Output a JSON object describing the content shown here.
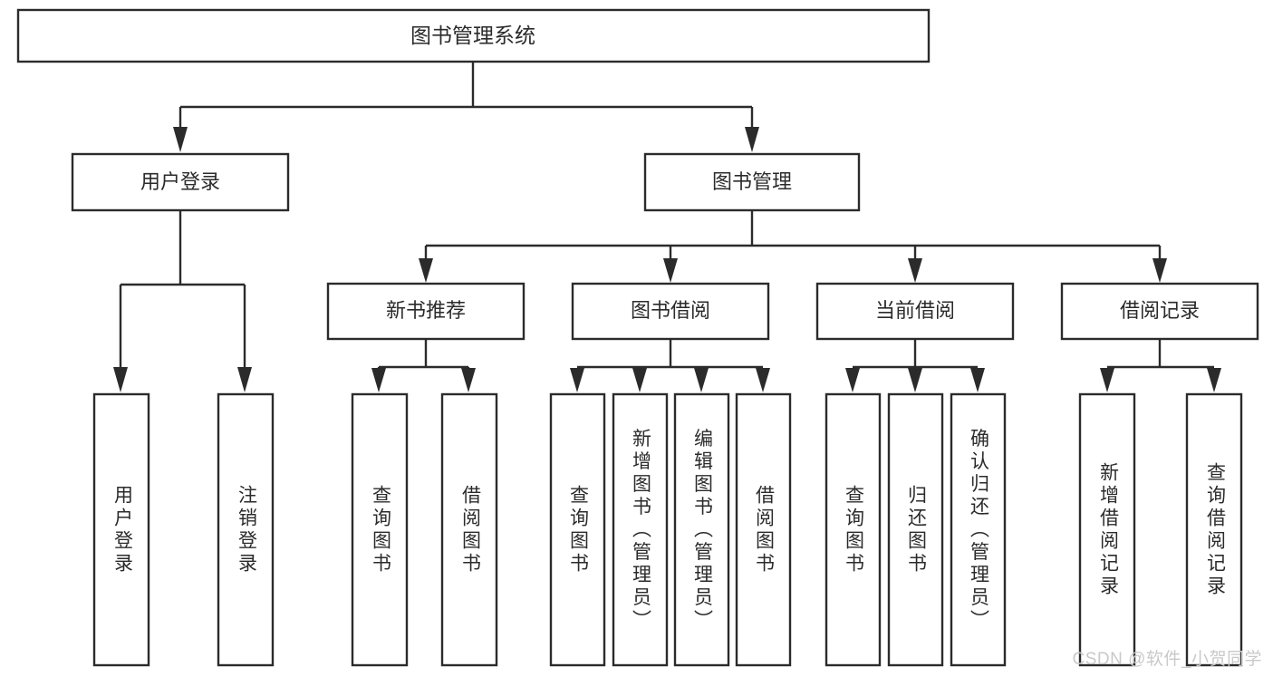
{
  "diagram": {
    "type": "tree-hierarchy",
    "title": "图书管理系统",
    "watermark": "CSDN @软件_小贺同学",
    "colors": {
      "background": "#ffffff",
      "box_fill": "#ffffff",
      "box_stroke": "#2b2b2b",
      "text": "#2b2b2b",
      "watermark": "#c9c9c9"
    },
    "levels": {
      "root": {
        "label": "图书管理系统"
      },
      "level2": [
        {
          "id": "user-login",
          "label": "用户登录"
        },
        {
          "id": "book-manage",
          "label": "图书管理"
        }
      ],
      "level3": [
        {
          "id": "new-book-recommend",
          "label": "新书推荐",
          "parent": "book-manage"
        },
        {
          "id": "book-borrow",
          "label": "图书借阅",
          "parent": "book-manage"
        },
        {
          "id": "current-borrow",
          "label": "当前借阅",
          "parent": "book-manage"
        },
        {
          "id": "borrow-record",
          "label": "借阅记录",
          "parent": "book-manage"
        }
      ],
      "leaves": [
        {
          "id": "leaf-user-login",
          "label": "用户登录",
          "parent": "user-login"
        },
        {
          "id": "leaf-logout-login",
          "label": "注销登录",
          "parent": "user-login"
        },
        {
          "id": "leaf-query-book-1",
          "label": "查询图书",
          "parent": "new-book-recommend"
        },
        {
          "id": "leaf-borrow-book-1",
          "label": "借阅图书",
          "parent": "new-book-recommend"
        },
        {
          "id": "leaf-query-book-2",
          "label": "查询图书",
          "parent": "book-borrow"
        },
        {
          "id": "leaf-add-book",
          "label": "新增图书（管理员）",
          "parent": "book-borrow"
        },
        {
          "id": "leaf-edit-book",
          "label": "编辑图书（管理员）",
          "parent": "book-borrow"
        },
        {
          "id": "leaf-borrow-book-2",
          "label": "借阅图书",
          "parent": "book-borrow"
        },
        {
          "id": "leaf-query-book-3",
          "label": "查询图书",
          "parent": "current-borrow"
        },
        {
          "id": "leaf-return-book",
          "label": "归还图书",
          "parent": "current-borrow"
        },
        {
          "id": "leaf-confirm-return",
          "label": "确认归还（管理员）",
          "parent": "current-borrow"
        },
        {
          "id": "leaf-add-record",
          "label": "新增借阅记录",
          "parent": "borrow-record"
        },
        {
          "id": "leaf-query-record",
          "label": "查询借阅记录",
          "parent": "borrow-record"
        }
      ]
    }
  }
}
